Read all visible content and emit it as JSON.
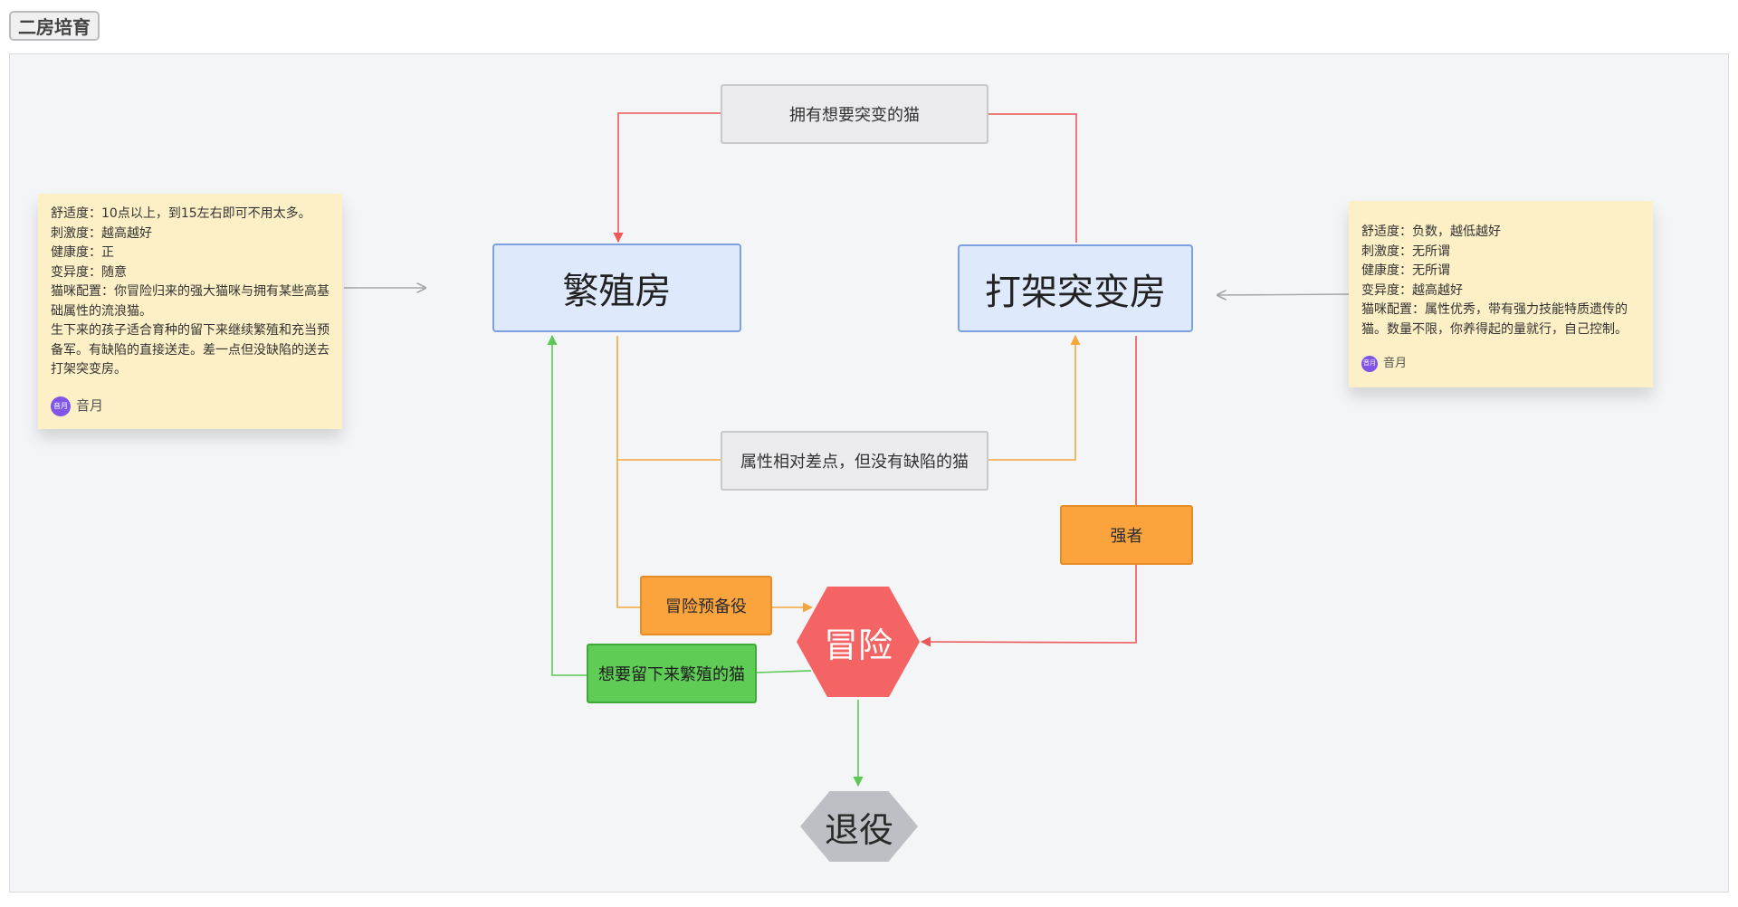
{
  "page_title": "二房培育",
  "colors": {
    "red_line": "#ec5757",
    "orange_line": "#f6a63c",
    "green_line": "#5bc954",
    "gray_line": "#a6a6a6"
  },
  "nodes": {
    "mutation_cat": "拥有想要突变的猫",
    "breeding_room": "繁殖房",
    "fight_room": "打架突变房",
    "weaker_cat": "属性相对差点，但没有缺陷的猫",
    "strong": "强者",
    "reserve": "冒险预备役",
    "adventure": "冒险",
    "keep_breeding": "想要留下来繁殖的猫",
    "retire": "退役"
  },
  "note_left": {
    "lines": [
      "舒适度：10点以上，到15左右即可不用太多。",
      "刺激度：越高越好",
      "健康度：正",
      "变异度：随意",
      "猫咪配置：你冒险归来的强大猫咪与拥有某些高基础属性的流浪猫。",
      "生下来的孩子适合育种的留下来继续繁殖和充当预备军。有缺陷的直接送走。差一点但没缺陷的送去打架突变房。"
    ],
    "avatar_text": "音月",
    "author": "音月"
  },
  "note_right": {
    "lines": [
      "舒适度：负数，越低越好",
      "刺激度：无所谓",
      "健康度：无所谓",
      "变异度：越高越好",
      "猫咪配置：属性优秀，带有强力技能特质遗传的猫。数量不限，你养得起的量就行，自己控制。"
    ],
    "avatar_text": "音月",
    "author": "音月"
  }
}
